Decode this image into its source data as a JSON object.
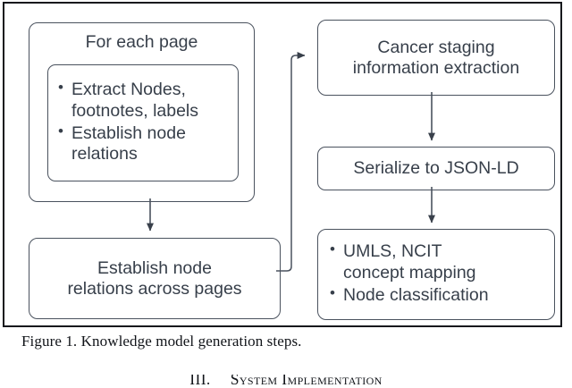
{
  "figure": {
    "caption": "Figure 1. Knowledge model generation steps.",
    "boxes": {
      "for_each_page": {
        "title": "For each page",
        "bullets": [
          "Extract Nodes, footnotes, labels",
          "Establish node relations"
        ],
        "bullet_lines": [
          "Extract Nodes,",
          "footnotes, labels",
          "Establish node",
          "relations"
        ]
      },
      "establish_across_pages": {
        "line1": "Establish node",
        "line2": "relations across pages"
      },
      "cancer_staging": {
        "line1": "Cancer staging",
        "line2": "information extraction"
      },
      "serialize": {
        "title": "Serialize to JSON-LD"
      },
      "umls": {
        "bullets": [
          "UMLS, NCIT concept mapping",
          "Node classification"
        ],
        "bullet_lines": [
          "UMLS, NCIT",
          "concept mapping",
          "Node classification"
        ]
      }
    },
    "colors": {
      "frame_border": "#16181c",
      "box_border": "#4a525e",
      "text": "#373f4a",
      "connector": "#4a525e",
      "background": "#ffffff"
    }
  },
  "section_heading": {
    "number": "III.",
    "title": "System Implementation"
  }
}
